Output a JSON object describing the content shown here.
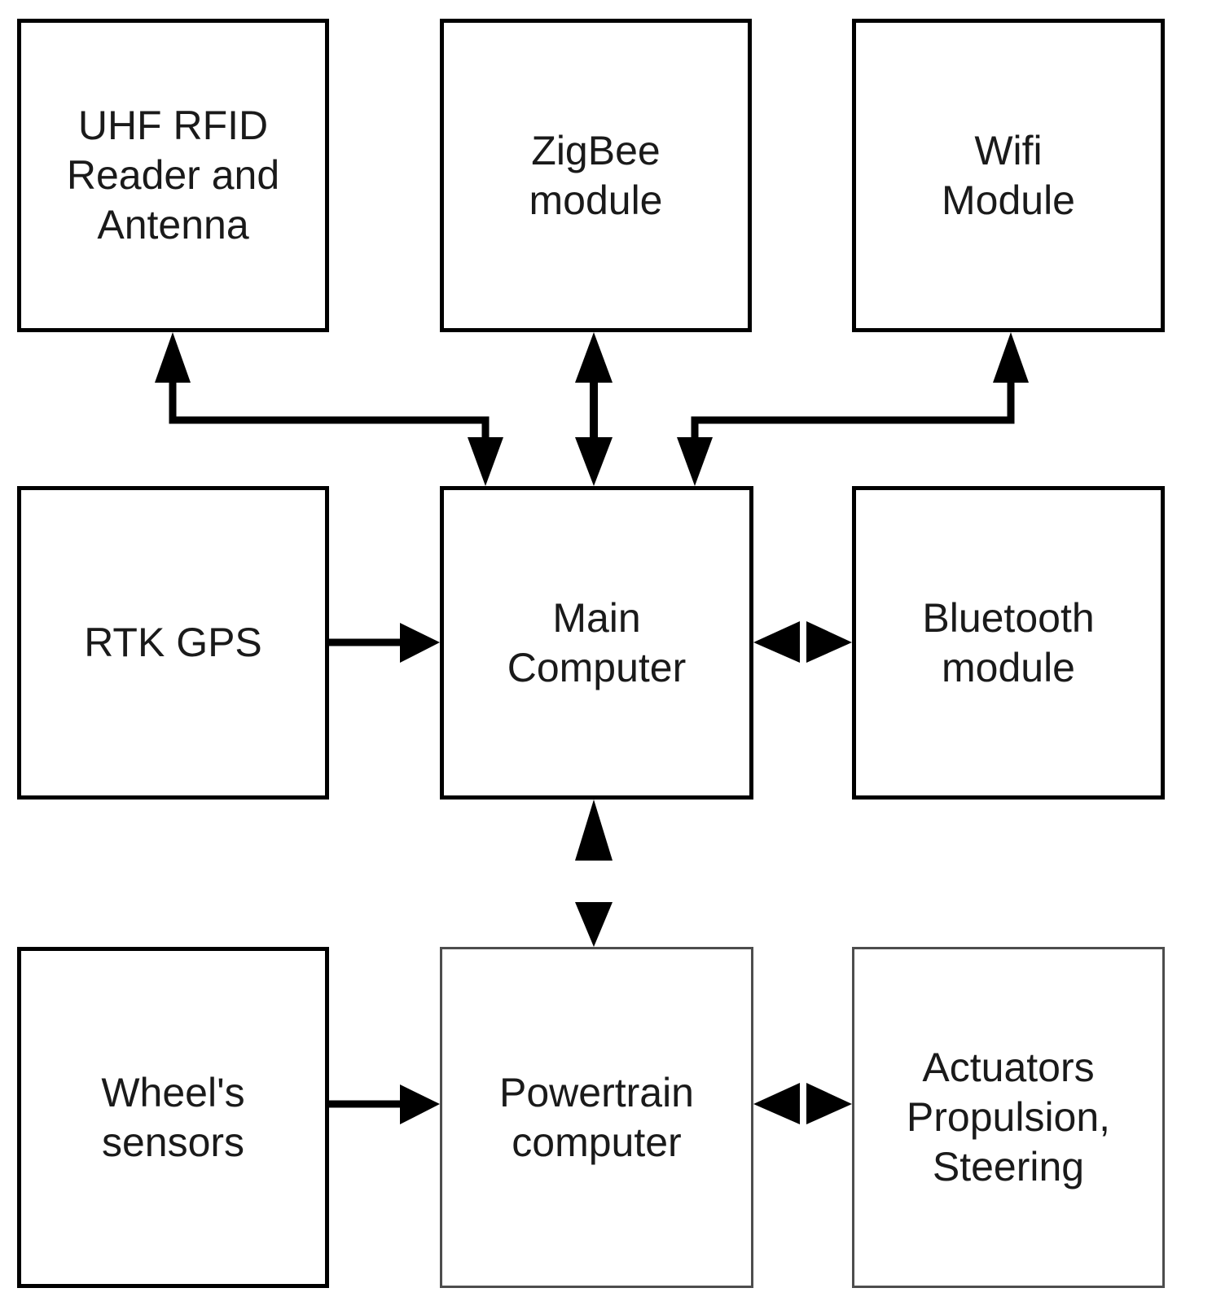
{
  "diagram": {
    "type": "block-diagram",
    "title": "Vehicle system architecture block diagram",
    "background_color": "#ffffff",
    "line_color": "#000000",
    "text_color": "#1a1a1a"
  },
  "nodes": [
    {
      "id": "uhf-rfid-reader-and-antenna",
      "label": "UHF RFID\nReader and\nAntenna",
      "row": 1,
      "col": 1
    },
    {
      "id": "zigbee-module",
      "label": "ZigBee\nmodule",
      "row": 1,
      "col": 2
    },
    {
      "id": "wifi-module",
      "label": "Wifi\nModule",
      "row": 1,
      "col": 3
    },
    {
      "id": "rtk-gps",
      "label": "RTK GPS",
      "row": 2,
      "col": 1
    },
    {
      "id": "main-computer",
      "label": "Main\nComputer",
      "row": 2,
      "col": 2
    },
    {
      "id": "bluetooth-module",
      "label": "Bluetooth\nmodule",
      "row": 2,
      "col": 3
    },
    {
      "id": "wheels-sensors",
      "label": "Wheel's\nsensors",
      "row": 3,
      "col": 1
    },
    {
      "id": "powertrain-computer",
      "label": "Powertrain\ncomputer",
      "row": 3,
      "col": 2
    },
    {
      "id": "actuators-propulsion-steering",
      "label": "Actuators\nPropulsion,\nSteering",
      "row": 3,
      "col": 3
    }
  ],
  "edges": [
    {
      "id": "main-computer-to-uhf-rfid",
      "from": "main-computer",
      "to": "uhf-rfid-reader-and-antenna",
      "direction": "bidirectional",
      "style": "elbow"
    },
    {
      "id": "main-computer-to-zigbee",
      "from": "main-computer",
      "to": "zigbee-module",
      "direction": "bidirectional",
      "style": "straight-vertical"
    },
    {
      "id": "main-computer-to-wifi",
      "from": "main-computer",
      "to": "wifi-module",
      "direction": "bidirectional",
      "style": "elbow"
    },
    {
      "id": "rtk-gps-to-main-computer",
      "from": "rtk-gps",
      "to": "main-computer",
      "direction": "forward",
      "style": "straight-horizontal"
    },
    {
      "id": "main-computer-to-bluetooth",
      "from": "main-computer",
      "to": "bluetooth-module",
      "direction": "bidirectional",
      "style": "split-arrowheads-horizontal"
    },
    {
      "id": "main-computer-to-powertrain",
      "from": "main-computer",
      "to": "powertrain-computer",
      "direction": "bidirectional",
      "style": "split-arrowheads-vertical"
    },
    {
      "id": "wheels-sensors-to-powertrain",
      "from": "wheels-sensors",
      "to": "powertrain-computer",
      "direction": "forward",
      "style": "straight-horizontal"
    },
    {
      "id": "powertrain-to-actuators",
      "from": "powertrain-computer",
      "to": "actuators-propulsion-steering",
      "direction": "bidirectional",
      "style": "split-arrowheads-horizontal"
    }
  ]
}
